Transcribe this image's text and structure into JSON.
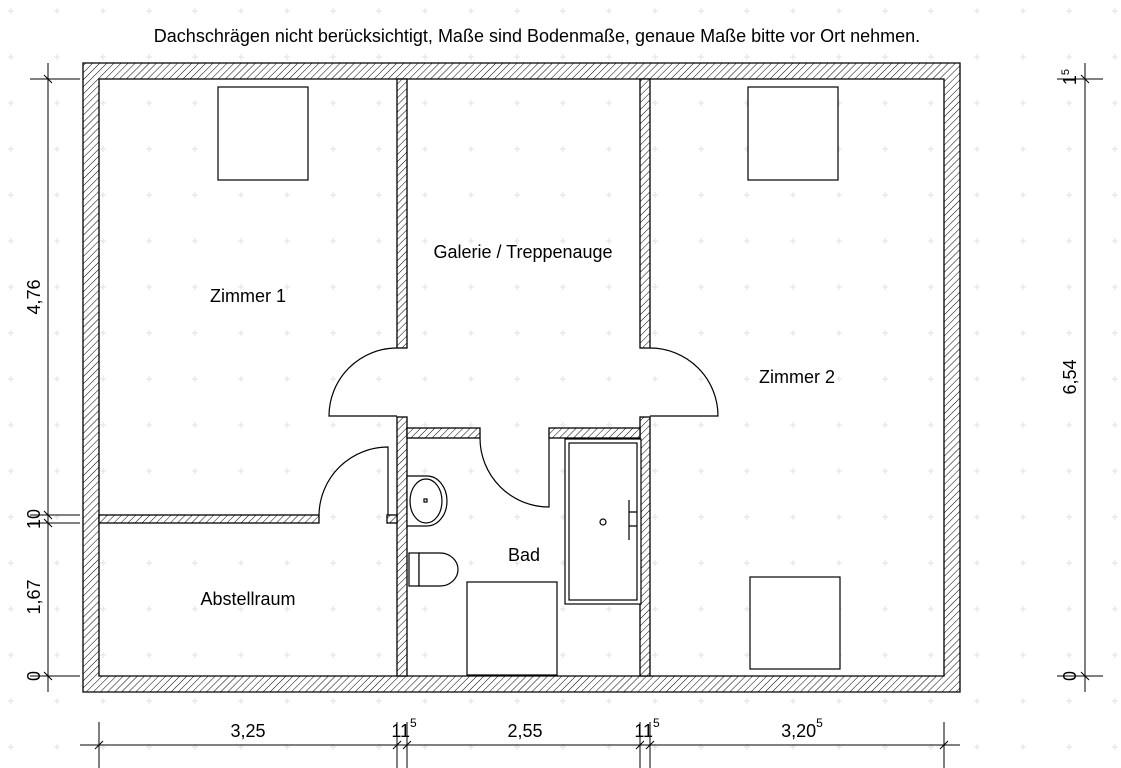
{
  "note": "Dachschrägen nicht berücksichtigt, Maße sind Bodenmaße, genaue Maße bitte vor Ort nehmen.",
  "rooms": {
    "zimmer1": "Zimmer 1",
    "galerie": "Galerie / Treppenauge",
    "zimmer2": "Zimmer 2",
    "abstellraum": "Abstellraum",
    "bad": "Bad"
  },
  "dimensions": {
    "left": [
      "4,76",
      "10",
      "1,67",
      "0"
    ],
    "right": {
      "top_main": "1",
      "top_sup": "5",
      "height": "6,54",
      "zero": "0"
    },
    "bottom": [
      {
        "main": "3,25",
        "sup": ""
      },
      {
        "main": "11",
        "sup": "5"
      },
      {
        "main": "2,55",
        "sup": ""
      },
      {
        "main": "11",
        "sup": "5"
      },
      {
        "main": "3,20",
        "sup": "5"
      }
    ]
  },
  "colors": {
    "line": "#000000",
    "grid_dot": "#d8d8d8"
  }
}
